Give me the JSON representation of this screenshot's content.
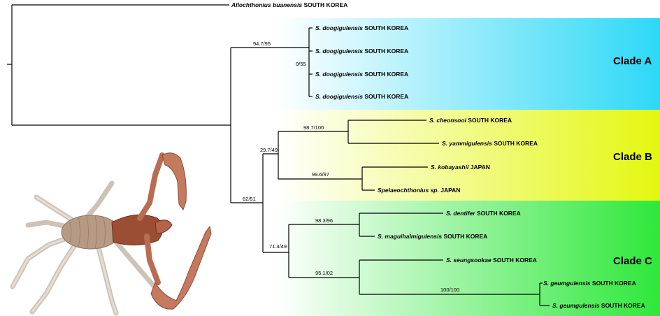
{
  "clades": [
    {
      "id": "A",
      "label": "Clade A",
      "colors": [
        "#ffffff",
        "#2dd8f7"
      ]
    },
    {
      "id": "B",
      "label": "Clade B",
      "colors": [
        "#ffffff",
        "#e4f710"
      ]
    },
    {
      "id": "C",
      "label": "Clade C",
      "colors": [
        "#ffffff",
        "#2ee83a"
      ]
    }
  ],
  "taxa": [
    {
      "species": "Allochthonius buanensis",
      "locality": "SOUTH KOREA"
    },
    {
      "species": "S. doogigulensis",
      "locality": "SOUTH KOREA"
    },
    {
      "species": "S. doogigulensis",
      "locality": "SOUTH KOREA"
    },
    {
      "species": "S. doogigulensis",
      "locality": "SOUTH KOREA"
    },
    {
      "species": "S. doogigulensis",
      "locality": "SOUTH KOREA"
    },
    {
      "species": "S. cheonsooi",
      "locality": "SOUTH KOREA"
    },
    {
      "species": "S. yammigulensis",
      "locality": "SOUTH KOREA"
    },
    {
      "species": "S. kobayashii",
      "locality": "JAPAN"
    },
    {
      "species": "Spelaeochthonius sp.",
      "locality": "JAPAN"
    },
    {
      "species": "S. dentifer",
      "locality": "SOUTH KOREA"
    },
    {
      "species": "S. maguihalmigulensis",
      "locality": "SOUTH KOREA"
    },
    {
      "species": "S. seungsookae",
      "locality": "SOUTH KOREA"
    },
    {
      "species": "S. geumgulensis",
      "locality": "SOUTH KOREA"
    },
    {
      "species": "S. geumgulensis",
      "locality": "SOUTH KOREA"
    }
  ],
  "support": {
    "cladeA": "94.7/95",
    "cladeA_inner": "0/55",
    "cladeB": "29.7/49",
    "cheonsooi_yammigulensis": "98.7/100",
    "kobayashii_sp": "99.6/97",
    "root_BC": "62/51",
    "cladeC": "71.4/49",
    "dentifer_maguihalmigulensis": "98.3/96",
    "seungsookae_geumgulensis": "95.1/02",
    "geumgulensis": "100/100"
  }
}
